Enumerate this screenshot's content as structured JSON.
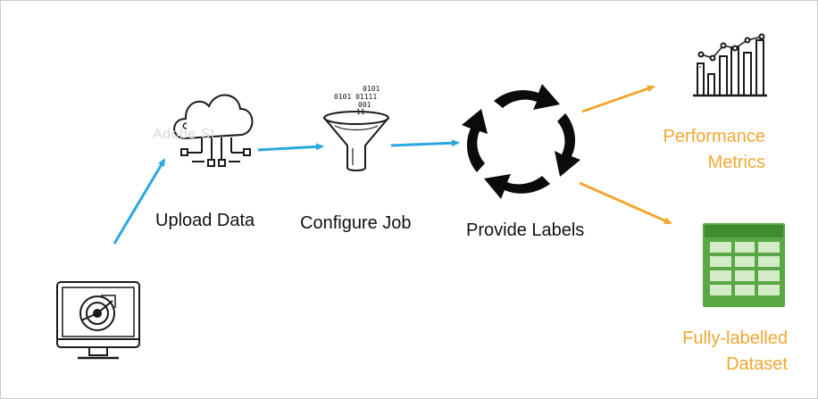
{
  "diagram": {
    "steps": {
      "upload": {
        "label": "Upload Data",
        "icon": "cloud-network-icon"
      },
      "configure": {
        "label": "Configure Job",
        "icon": "funnel-filter-icon"
      },
      "labels": {
        "label": "Provide Labels",
        "icon": "circular-arrows-icon"
      },
      "source": {
        "icon": "computer-monitor-icon"
      }
    },
    "outputs": {
      "metrics": {
        "line1": "Performance",
        "line2": "Metrics",
        "icon": "bar-line-chart-icon"
      },
      "dataset": {
        "line1": "Fully-labelled",
        "line2": "Dataset",
        "icon": "spreadsheet-icon"
      }
    },
    "funnel_bits": [
      "0101",
      "0101 01111",
      "001",
      "11"
    ],
    "watermark": "Adobe St",
    "colors": {
      "blue_arrow": "#2aa8de",
      "orange": "#f2a731",
      "green": "#5aa845",
      "text": "#111111"
    }
  }
}
